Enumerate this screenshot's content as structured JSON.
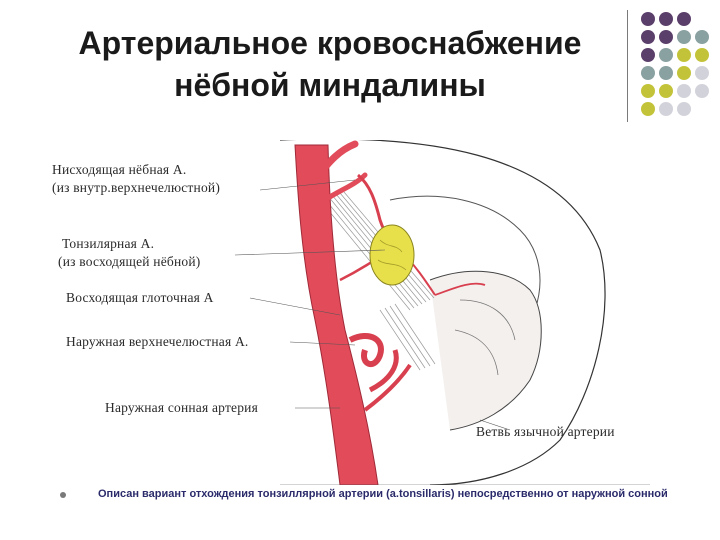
{
  "title": {
    "line1": "Артериальное кровоснабжение",
    "line2": "нёбной миндалины"
  },
  "decor": {
    "dot_colors": [
      "#5b3f6b",
      "#8aa1a1",
      "#c3c33a",
      "#d2d2da"
    ]
  },
  "figure": {
    "labels": {
      "descending_palatine": "Нисходящая нёбная А.",
      "descending_palatine_origin": "(из внутр.верхнечелюстной)",
      "tonsillar": "Тонзилярная А.",
      "tonsillar_origin": "(из восходящей нёбной)",
      "ascending_pharyngeal": "Восходящая глоточная А",
      "external_maxillary": "Наружная верхнечелюстная А.",
      "external_carotid": "Наружная сонная артерия",
      "lingual_branch": "Ветвь язычной артерии"
    }
  },
  "caption": {
    "text": "Описан вариант отхождения тонзиллярной артерии (a.tonsillaris) непосредственно от наружной сонной"
  }
}
